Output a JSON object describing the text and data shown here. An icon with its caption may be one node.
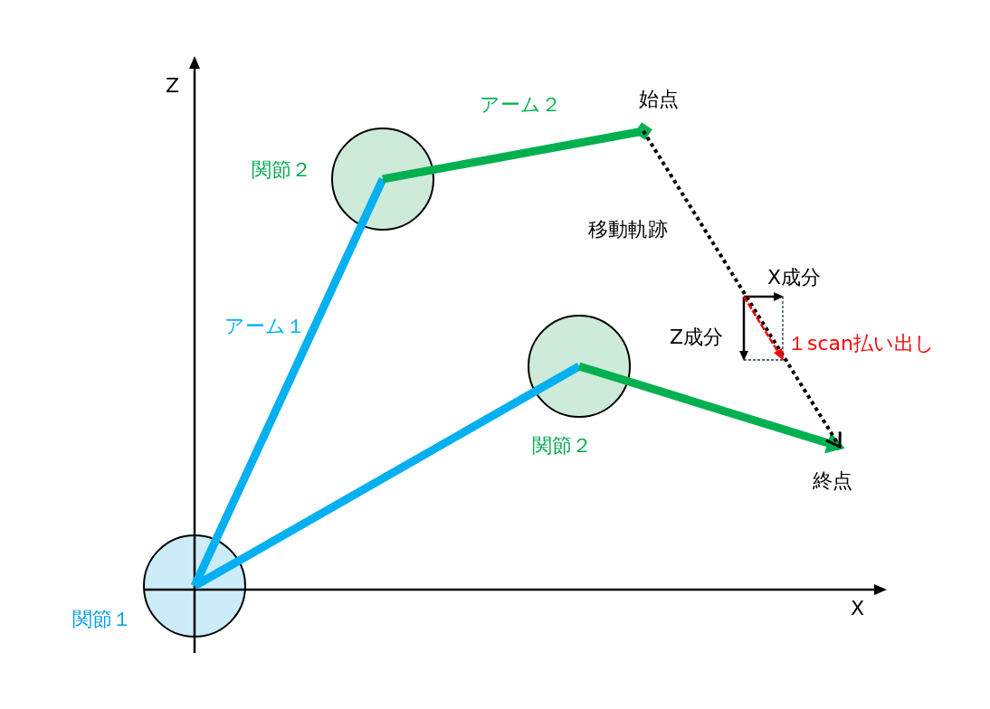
{
  "diagram": {
    "nodes": [
      {
        "text": [
          "関節１"
        ]
      },
      {
        "text": [
          "関節２"
        ]
      },
      {
        "text": [
          "関節２"
        ]
      },
      {
        "text": [
          "始点"
        ]
      },
      {
        "text": [
          "終点"
        ]
      }
    ],
    "edges": [
      {
        "from": 0,
        "to": 1,
        "arrow": "none",
        "label": "アーム１",
        "color": "#00b0f0"
      },
      {
        "from": 1,
        "to": 3,
        "arrow": "other",
        "label": "アーム２",
        "color": "#00b050"
      },
      {
        "from": 0,
        "to": 2,
        "arrow": "none",
        "color": "#00b0f0"
      },
      {
        "from": 2,
        "to": 4,
        "arrow": "to",
        "color": "#00b050"
      },
      {
        "from": 3,
        "to": 4,
        "arrow": "to",
        "label": "移動軌跡",
        "style": "dashed",
        "color": "#000000"
      }
    ],
    "labels": [
      "Z",
      "X",
      "X成分",
      "Z成分",
      "１scan払い出し"
    ]
  }
}
